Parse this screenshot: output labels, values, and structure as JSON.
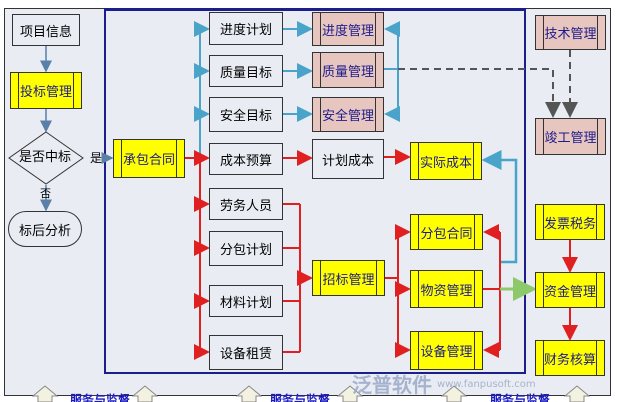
{
  "left": {
    "project_info": "项目信息",
    "bid_mgmt": "投标管理",
    "decision": "是否中标",
    "yes": "是",
    "no": "否",
    "post_bid": "标后分析"
  },
  "contract": "承包合同",
  "plans": [
    "进度计划",
    "质量目标",
    "安全目标",
    "成本预算",
    "劳务人员",
    "分包计划",
    "材料计划",
    "设备租赁"
  ],
  "mgmt": [
    "进度管理",
    "质量管理",
    "安全管理"
  ],
  "planned_cost": "计划成本",
  "actual_cost": "实际成本",
  "tender_mgmt": "招标管理",
  "procure": [
    "分包合同",
    "物资管理",
    "设备管理"
  ],
  "right": {
    "tech": "技术管理",
    "completion": "竣工管理",
    "invoice": "发票税务",
    "funds": "资金管理",
    "accounting": "财务核算"
  },
  "bottom_label": "服务与监督",
  "watermark": {
    "brand": "泛普软件",
    "url": "www.fanpusoft.com"
  },
  "colors": {
    "blue_line": "#4aa3c8",
    "red_line": "#e02020",
    "green_line": "#8dc86a",
    "dashed": "#555555",
    "yellow": "#ffff00",
    "pink": "#e8c6c0"
  }
}
